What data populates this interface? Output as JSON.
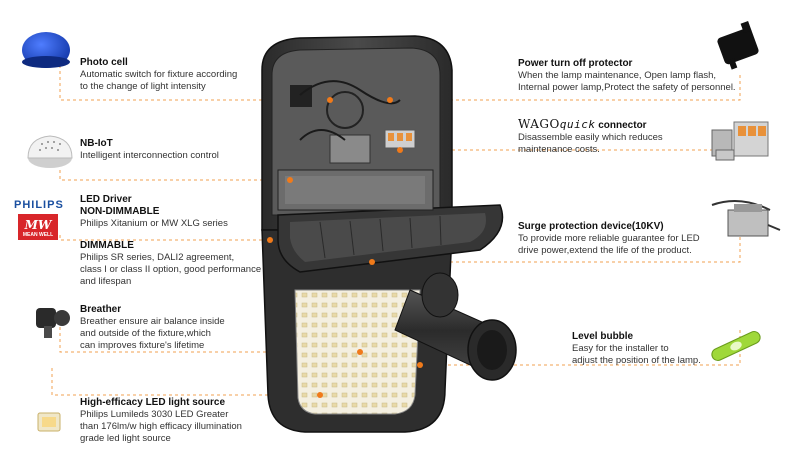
{
  "callouts": {
    "photo_cell": {
      "title": "Photo cell",
      "desc": [
        "Automatic switch for fixture according",
        "to the change of light intensity"
      ]
    },
    "nb_iot": {
      "title": "NB-IoT",
      "desc": [
        "Intelligent interconnection control"
      ]
    },
    "led_driver": {
      "title": "LED Driver",
      "sub1_title": "NON-DIMMABLE",
      "sub1_desc": [
        "Philips Xitanium or MW XLG series"
      ],
      "sub2_title": "DIMMABLE",
      "sub2_desc": [
        "Philips SR series, DALI2 agreement,",
        "class I or class II option, good performance",
        "and lifespan"
      ]
    },
    "breather": {
      "title": "Breather",
      "desc": [
        "Breather ensure air balance inside",
        "and outside of the fixture,which",
        "can improves fixture's lifetime"
      ]
    },
    "led_source": {
      "title": "High-efficacy LED light source",
      "desc": [
        "Philips Lumileds 3030 LED Greater",
        "than 176lm/w high efficacy illumination",
        "grade led light source"
      ]
    },
    "power_protector": {
      "title": "Power turn off protector",
      "desc": [
        "When the lamp maintenance, Open lamp flash,",
        "Internal power lamp,Protect the safety of personnel."
      ]
    },
    "wago": {
      "brand": "WAGO",
      "brand_sub": "quick",
      "title": "connector",
      "desc": [
        "Disassemble easily which reduces",
        "maintenance costs."
      ]
    },
    "surge": {
      "title": "Surge protection device(10KV)",
      "desc": [
        "To provide more reliable guarantee for LED",
        "drive power,extend the life of the product."
      ]
    },
    "level": {
      "title": "Level bubble",
      "desc": [
        "Easy for the installer to",
        "adjust the position of the lamp."
      ]
    }
  },
  "brands": {
    "philips": "PHILIPS",
    "meanwell_mark": "MW",
    "meanwell_name": "MEAN WELL"
  },
  "colors": {
    "leader_line": "#f0a050",
    "leader_dot": "#f07a1a",
    "housing": "#3a3a3a",
    "housing_dark": "#1f1f1f",
    "philips_blue": "#1a4fa0",
    "meanwell_red": "#d8262a",
    "photocell_blue": "#1f4fd0",
    "level_green": "#9fd83a"
  }
}
